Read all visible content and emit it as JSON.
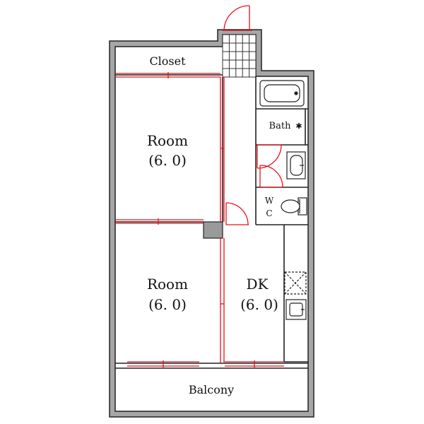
{
  "rooms": {
    "closet": "Closet",
    "room_north": {
      "name": "Room",
      "size": "(6. 0)"
    },
    "room_south": {
      "name": "Room",
      "size": "(6. 0)"
    },
    "dk": {
      "name": "DK",
      "size": "(6. 0)"
    },
    "bath": "Bath",
    "wc_w": "W",
    "wc_c": "C",
    "balcony": "Balcony"
  },
  "colors": {
    "wall": "#a6a6a6",
    "wall_outline": "#222222",
    "opening": "#e8101a",
    "column": "#9a9a9a"
  }
}
